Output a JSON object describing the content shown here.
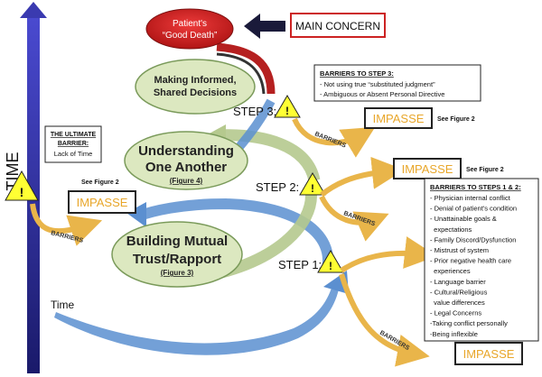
{
  "time_axis": {
    "label": "TIME",
    "bottom_label": "Time"
  },
  "good_death": {
    "line1": "Patient's",
    "line2": "“Good Death”"
  },
  "main_concern": "MAIN CONCERN",
  "levels": {
    "decisions": {
      "line1": "Making Informed,",
      "line2": "Shared Decisions"
    },
    "understanding": {
      "line1": "Understanding",
      "line2": "One Another",
      "ref": "(Figure 4)"
    },
    "trust": {
      "line1": "Building Mutual",
      "line2": "Trust/Rapport",
      "ref": "(Figure 3)"
    }
  },
  "steps": {
    "step1": "STEP 1:",
    "step2": "STEP 2:",
    "step3": "STEP 3:"
  },
  "warning_symbol": "!",
  "barriers_label": "BARRIERS",
  "impasse_label": "IMPASSE",
  "see_figure": "See Figure 2",
  "ultimate_barrier": {
    "title_line1": "THE ULTIMATE",
    "title_line2": "BARRIER:",
    "text": "Lack of Time"
  },
  "step3_barriers": {
    "title": "BARRIERS TO STEP 3:",
    "items": [
      "- Not using true “substituted judgment”",
      "- Ambiguous or Absent Personal Directive"
    ]
  },
  "step12_barriers": {
    "title": "BARRIERS TO STEPS 1 & 2:",
    "items": [
      "- Physician internal conflict",
      "- Denial of patient's condition",
      "- Unattainable goals &",
      "  expectations",
      "- Family Discord/Dysfunction",
      "- Mistrust of system",
      "- Prior negative health care",
      "  experiences",
      "- Language barrier",
      "- Cultural/Religious",
      "  value differences",
      "- Legal Concerns",
      "-Taking conflict personally",
      "-Being inflexible"
    ]
  },
  "colors": {
    "time_arrow": "#2a2a8a",
    "ellipse_fill": "#dce8c0",
    "blue_arrow": "#5b8fd0",
    "green_arrow": "#b5c98e",
    "gold": "#e9b54a",
    "impasse_text": "#e8a62a",
    "red": "#cc2222",
    "warning": "#ffff33"
  }
}
